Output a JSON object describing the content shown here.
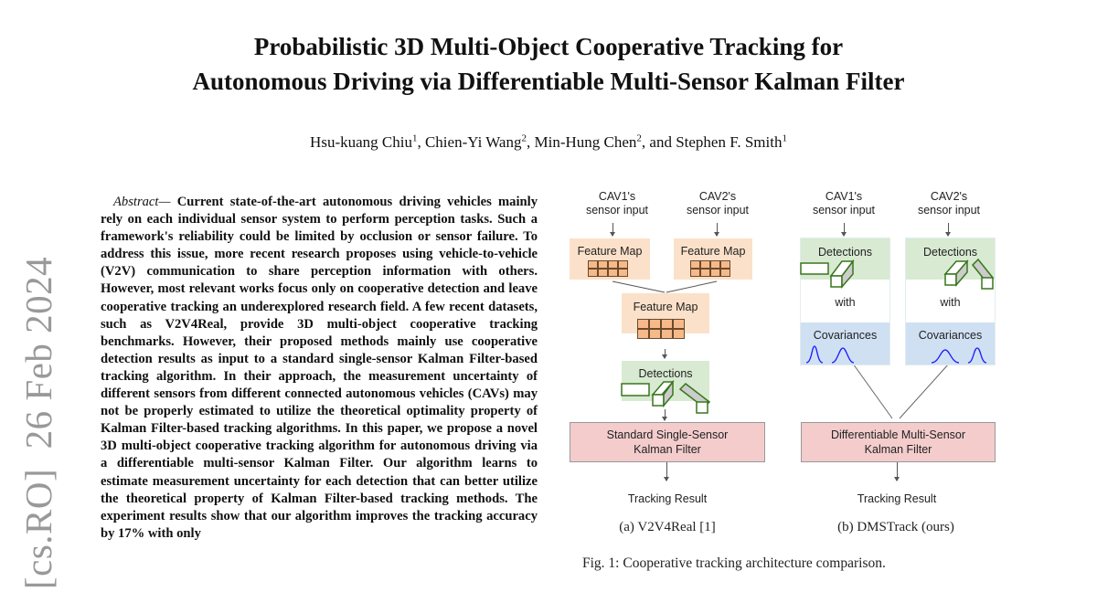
{
  "title": {
    "line1": "Probabilistic 3D Multi-Object Cooperative Tracking for",
    "line2": "Autonomous Driving via Differentiable Multi-Sensor Kalman Filter"
  },
  "authors": [
    {
      "name": "Hsu-kuang Chiu",
      "affil": "1",
      "sep": ", "
    },
    {
      "name": "Chien-Yi Wang",
      "affil": "2",
      "sep": ", "
    },
    {
      "name": "Min-Hung Chen",
      "affil": "2",
      "sep": ", and "
    },
    {
      "name": "Stephen F. Smith",
      "affil": "1",
      "sep": ""
    }
  ],
  "arxiv_stamp": "[cs.RO]  26 Feb 2024",
  "abstract": {
    "label": "Abstract",
    "dash": "— ",
    "text": "Current state-of-the-art autonomous driving vehicles mainly rely on each individual sensor system to perform perception tasks. Such a framework's reliability could be limited by occlusion or sensor failure. To address this issue, more recent research proposes using vehicle-to-vehicle (V2V) communication to share perception information with others. However, most relevant works focus only on cooperative detection and leave cooperative tracking an underexplored research field. A few recent datasets, such as V2V4Real, provide 3D multi-object cooperative tracking benchmarks. However, their proposed methods mainly use cooperative detection results as input to a standard single-sensor Kalman Filter-based tracking algorithm. In their approach, the measurement uncertainty of different sensors from different connected autonomous vehicles (CAVs) may not be properly estimated to utilize the theoretical optimality property of Kalman Filter-based tracking algorithms. In this paper, we propose a novel 3D multi-object cooperative tracking algorithm for autonomous driving via a differentiable multi-sensor Kalman Filter. Our algorithm learns to estimate measurement uncertainty for each detection that can better utilize the theoretical property of Kalman Filter-based tracking methods. The experiment results show that our algorithm improves the tracking accuracy by 17% with only"
  },
  "figure": {
    "a": {
      "cav1": "CAV1's\nsensor input",
      "cav2": "CAV2's\nsensor input",
      "feature_map": "Feature Map",
      "detections": "Detections",
      "filter": "Standard Single-Sensor\nKalman Filter",
      "result": "Tracking Result",
      "subcaption": "(a) V2V4Real [1]"
    },
    "b": {
      "cav1": "CAV1's\nsensor input",
      "cav2": "CAV2's\nsensor input",
      "detections": "Detections",
      "with": "with",
      "covariances": "Covariances",
      "filter": "Differentiable Multi-Sensor\nKalman Filter",
      "result": "Tracking Result",
      "subcaption": "(b) DMSTrack (ours)"
    },
    "caption": "Fig. 1: Cooperative tracking architecture comparison."
  },
  "colors": {
    "feature_map": "#fbe1c9",
    "detections": "#d8ead2",
    "covariances": "#cfe0f2",
    "filter": "#f4cccc",
    "box_outline": "#38761d",
    "gaussian": "#1a1aff"
  }
}
